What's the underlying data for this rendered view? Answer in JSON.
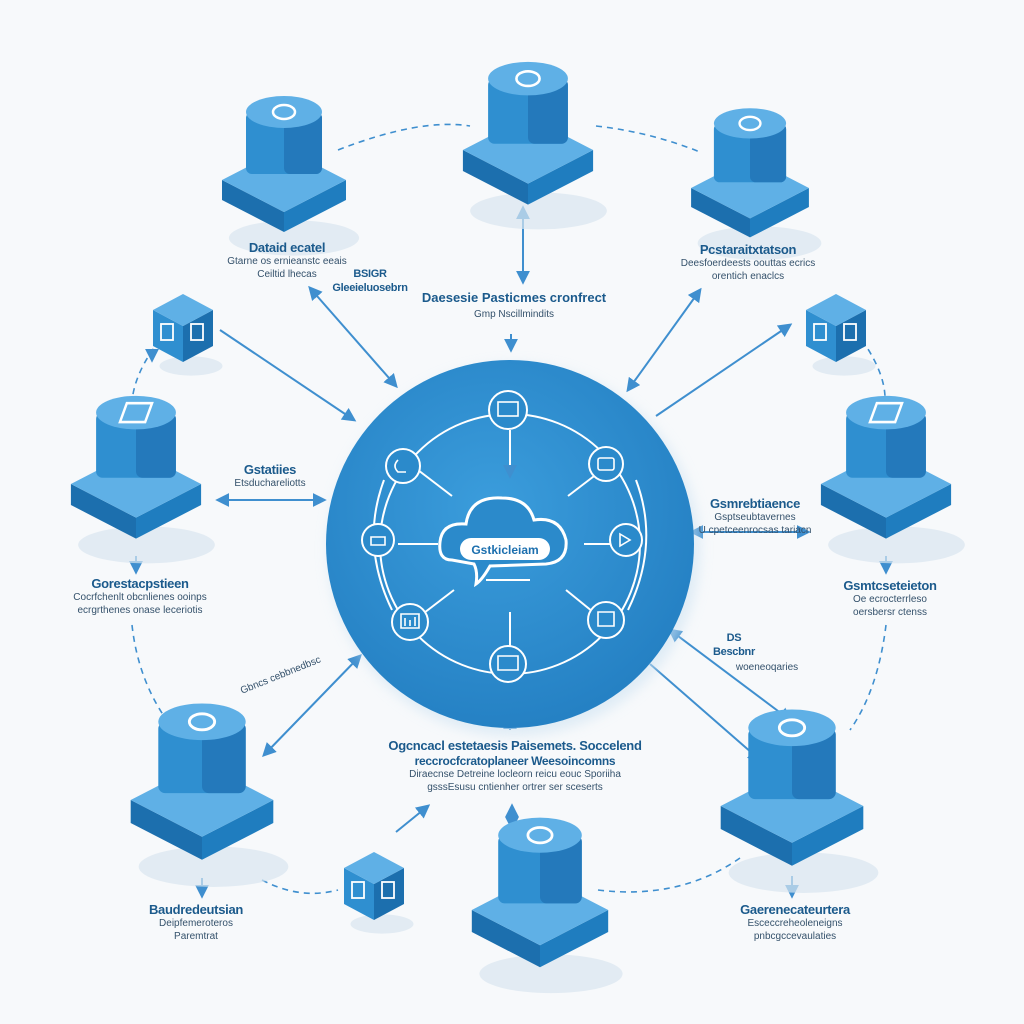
{
  "hub": {
    "label": "Gstkicleiam",
    "caption": "Daesesie Pasticmes cronfrect",
    "subcaption": "Gmp Nscillmindits"
  },
  "nodes": [
    {
      "id": "tl",
      "title": "Dataid ecatel",
      "line1": "Gtarne os ernieanstc eeais",
      "line2": "Ceiltid lhecas"
    },
    {
      "id": "tr",
      "title": "Pcstaraitxtatson",
      "line1": "Deesfoerdeests oouttas ecrics",
      "line2": "orentich enaclcs"
    },
    {
      "id": "ml",
      "title": "Gstatiies",
      "line1": "Etsduchareliotts",
      "line2": ""
    },
    {
      "id": "mr",
      "title": "Gsmrebtiaence",
      "line1": "Gsptseubtavernes",
      "line2": "U cpetceenrocsas tariacn"
    },
    {
      "id": "ml2",
      "title": "Gorestacpstieen",
      "line1": "Cocrfchenlt obcnlienes ooinps",
      "line2": "ecrgrthenes onase leceriotis"
    },
    {
      "id": "mr2",
      "title": "Gsmtcseteieton",
      "line1": "Oe ecrocterrleso",
      "line2": "oersbersr ctenss"
    },
    {
      "id": "bl",
      "title": "Baudredeutsian",
      "line1": "Deipfemeroteros",
      "line2": "Paremtrat"
    },
    {
      "id": "br",
      "title": "Gaerenecateurtera",
      "line1": "Esceccreheoleneigns",
      "line2": "pnbcgccevaulaties"
    },
    {
      "id": "bc",
      "title": "Ogcncacl estetaesis Paisemets. Soccelend",
      "line1": "reccrocfcratoplaneer Weesoincomns",
      "line2": "Diraecnse Detreine locleorn reicu eouc Sporiiha"
    },
    {
      "id": "bc2",
      "title": "",
      "line1": "gsssEsusu cntienher ortrer ser sceserts",
      "line2": ""
    }
  ],
  "side_notes": [
    {
      "id": "sn1",
      "line1": "BSIGR",
      "line2": "Gleeieluosebrn"
    },
    {
      "id": "sn2",
      "line1": "DS",
      "line2": "Bescbnr"
    },
    {
      "id": "sn3",
      "line1": "woeneoqaries",
      "line2": ""
    },
    {
      "id": "sn4",
      "line1": "Gbncs cebbnedbsc",
      "line2": ""
    }
  ],
  "colors": {
    "primary": "#2f8fd0",
    "dark": "#1c6fae",
    "light": "#5fb0e6",
    "line": "#3f8fcf",
    "bg": "#f7f9fb"
  }
}
